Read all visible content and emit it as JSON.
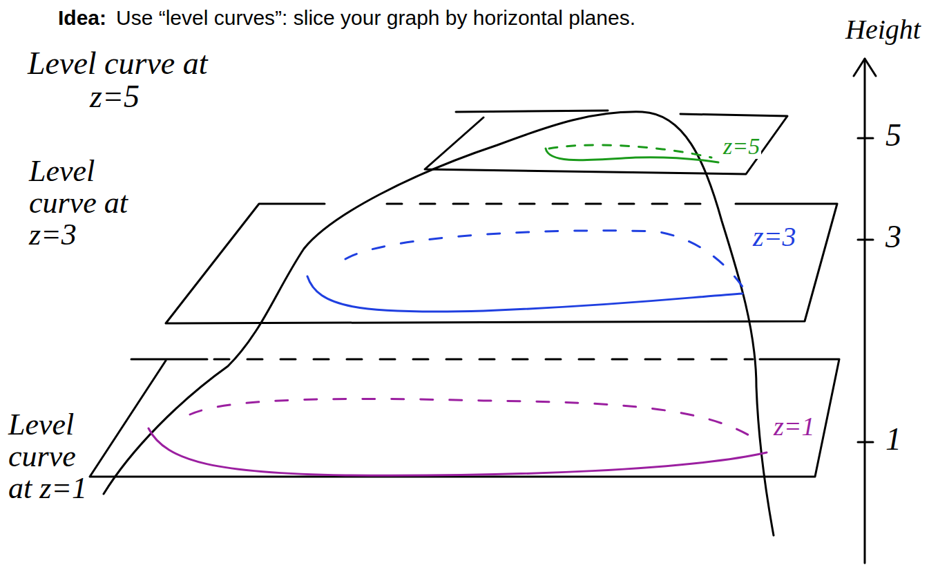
{
  "diagram": {
    "labels": [
      "Idea:",
      "Use “level curves”: slice your graph by horizontal planes.",
      "Height",
      "5",
      "3",
      "1",
      "Level curve at z=5",
      "Level curve at z=3",
      "Level curve at z=1",
      "z=5",
      "z=3",
      "z=1"
    ]
  }
}
